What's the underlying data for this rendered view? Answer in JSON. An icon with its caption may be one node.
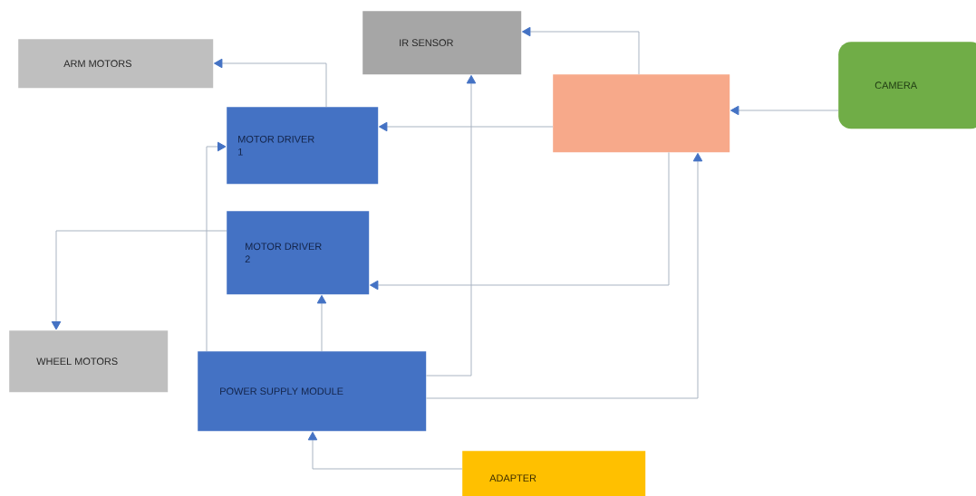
{
  "diagram": {
    "nodes": [
      {
        "text": [
          "ARM MOTORS"
        ]
      },
      {
        "text": [
          "IR SENSOR"
        ]
      },
      {
        "text": [],
        "shape": "box"
      },
      {
        "text": [
          "CAMERA"
        ]
      },
      {
        "text": [
          "MOTOR DRIVER 1"
        ]
      },
      {
        "text": [
          "MOTOR DRIVER 2"
        ]
      },
      {
        "text": [
          "WHEEL MOTORS"
        ]
      },
      {
        "text": [
          "POWER SUPPLY MODULE"
        ]
      },
      {
        "text": [
          "ADAPTER"
        ]
      }
    ],
    "edges": [
      {
        "from": 4,
        "to": 0,
        "arrow": "to"
      },
      {
        "from": 2,
        "to": 1,
        "arrow": "to"
      },
      {
        "from": 3,
        "to": 2,
        "arrow": "to"
      },
      {
        "from": 2,
        "to": 4,
        "arrow": "to"
      },
      {
        "from": 7,
        "to": 4,
        "arrow": "to"
      },
      {
        "from": 5,
        "to": 6,
        "arrow": "to"
      },
      {
        "from": 7,
        "to": 5,
        "arrow": "to"
      },
      {
        "from": 7,
        "to": 1,
        "arrow": "to"
      },
      {
        "from": 2,
        "to": 5,
        "arrow": "to"
      },
      {
        "from": 7,
        "to": 2,
        "arrow": "to"
      },
      {
        "from": 8,
        "to": 7,
        "arrow": "to"
      }
    ]
  }
}
